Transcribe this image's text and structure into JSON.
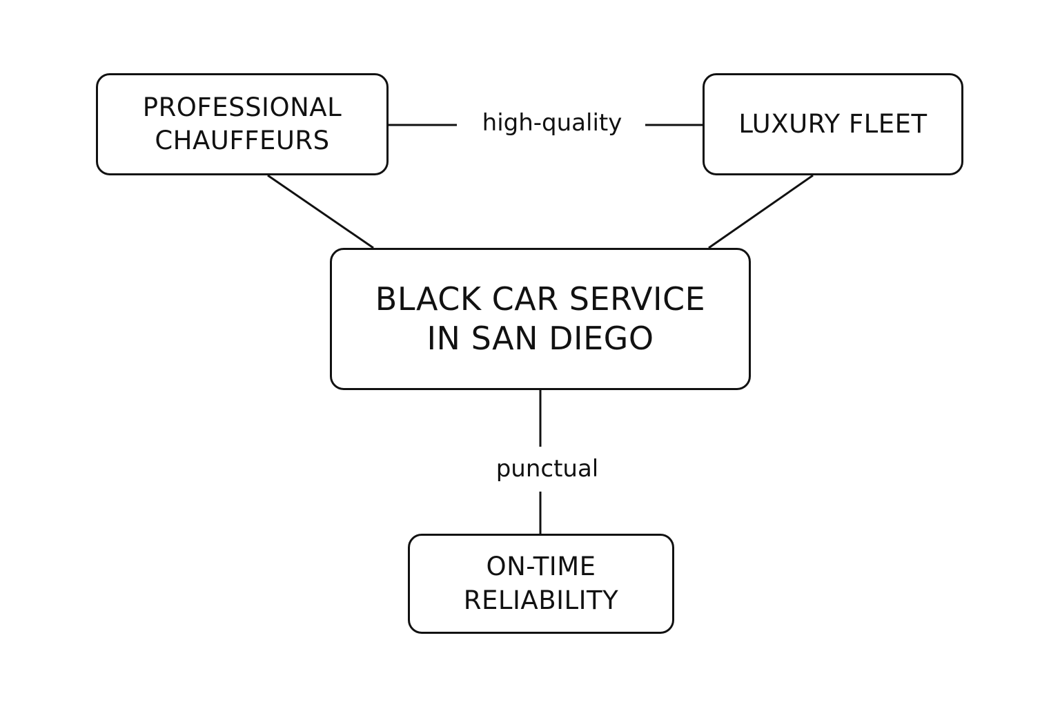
{
  "diagram": {
    "nodes": {
      "professional": {
        "label": "PROFESSIONAL\nCHAUFFEURS"
      },
      "luxury": {
        "label": "LUXURY FLEET"
      },
      "center": {
        "label": "BLACK CAR SERVICE\nIN SAN DIEGO"
      },
      "ontime": {
        "label": "ON-TIME\nRELIABILITY"
      }
    },
    "edges": [
      {
        "from": "professional",
        "to": "luxury",
        "label": "high-quality"
      },
      {
        "from": "professional",
        "to": "center",
        "label": ""
      },
      {
        "from": "luxury",
        "to": "center",
        "label": ""
      },
      {
        "from": "center",
        "to": "ontime",
        "label": "punctual"
      }
    ],
    "colors": {
      "stroke": "#111111",
      "background": "#ffffff",
      "text": "#111111"
    }
  }
}
